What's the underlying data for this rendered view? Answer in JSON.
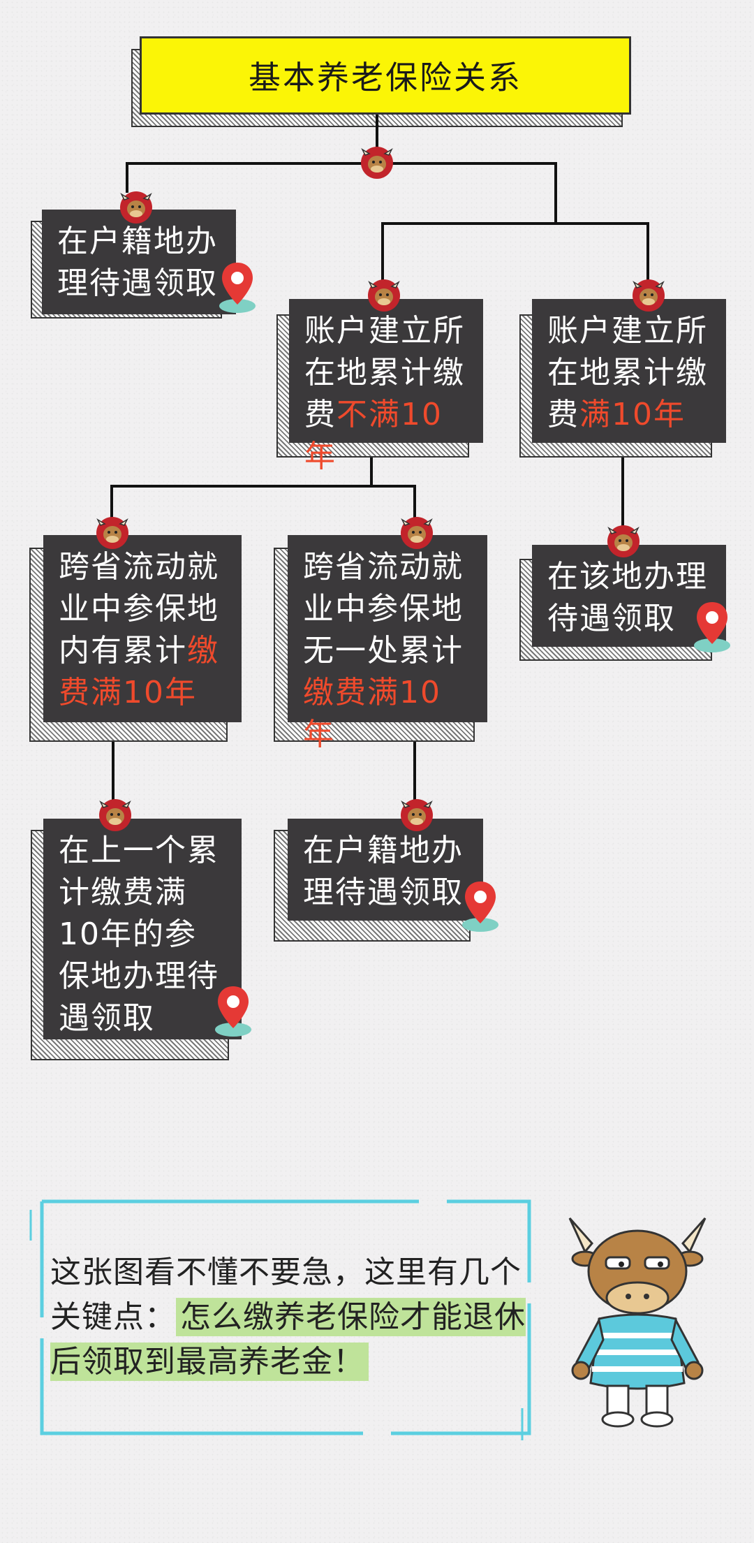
{
  "title": "基本养老保险关系",
  "nodes": {
    "hukou_left": {
      "text": "在户籍地办理待遇领取"
    },
    "account_not10": {
      "text_before": "账户建立所在地累计缴费",
      "text_highlight": "不满10年"
    },
    "account_10": {
      "text_before": "账户建立所在地累计缴费",
      "text_highlight": "满10年"
    },
    "cross_has": {
      "text_before": "跨省流动就业中参保地内有累计",
      "text_highlight": "缴费满10年"
    },
    "cross_none": {
      "text_before": "跨省流动就业中参保地无一处累计",
      "text_highlight": "缴费满10年"
    },
    "local_claim": {
      "text": "在该地办理待遇领取"
    },
    "last_place": {
      "text": "在上一个累计缴费满10年的参保地办理待遇领取"
    },
    "hukou_bottom": {
      "text": "在户籍地办理待遇领取"
    }
  },
  "note": {
    "text_plain": "这张图看不懂不要急，这里有几个关键点：",
    "text_highlight": "怎么缴养老保险才能退休后领取到最高养老金！"
  },
  "colors": {
    "title_bg": "#fbf506",
    "box_bg": "#3b393b",
    "highlight": "#ef4a2c",
    "note_highlight": "#bfe39a",
    "frame": "#5ccfe0",
    "pin": "#e53935"
  },
  "icons": [
    "bull-head-icon",
    "location-pin-icon",
    "bull-mascot"
  ]
}
